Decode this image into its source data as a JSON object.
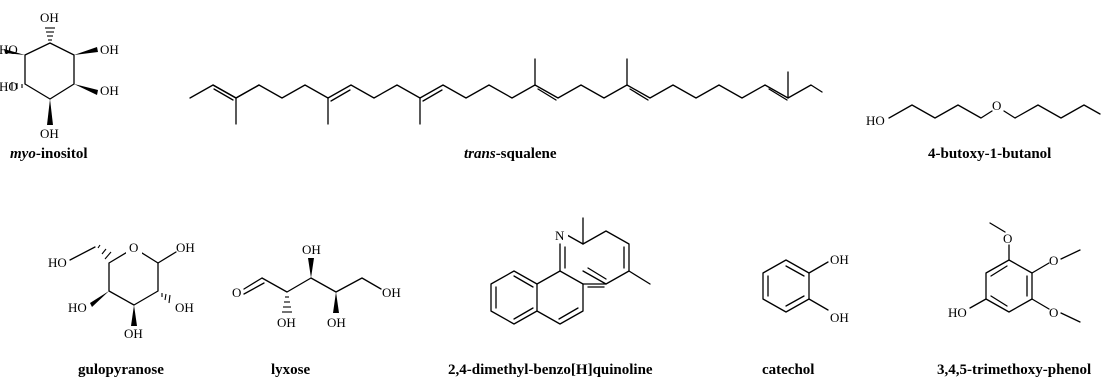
{
  "compounds": [
    {
      "id": "myo-inositol",
      "name_prefix": "myo",
      "name_rest": "-inositol"
    },
    {
      "id": "trans-squalene",
      "name_prefix": "trans",
      "name_rest": "-squalene"
    },
    {
      "id": "4-butoxy-1-butanol",
      "name": "4-butoxy-1-butanol"
    },
    {
      "id": "gulopyranose",
      "name": "gulopyranose"
    },
    {
      "id": "lyxose",
      "name": "lyxose"
    },
    {
      "id": "2,4-dimethyl-benzo[H]quinoline",
      "name": "2,4-dimethyl-benzo[H]quinoline"
    },
    {
      "id": "catechol",
      "name": "catechol"
    },
    {
      "id": "3,4,5-trimethoxy-phenol",
      "name": "3,4,5-trimethoxy-phenol"
    }
  ],
  "atoms": {
    "hydroxyl": "OH",
    "hydroxyl_left": "HO",
    "oxygen": "O",
    "nitrogen": "N"
  }
}
